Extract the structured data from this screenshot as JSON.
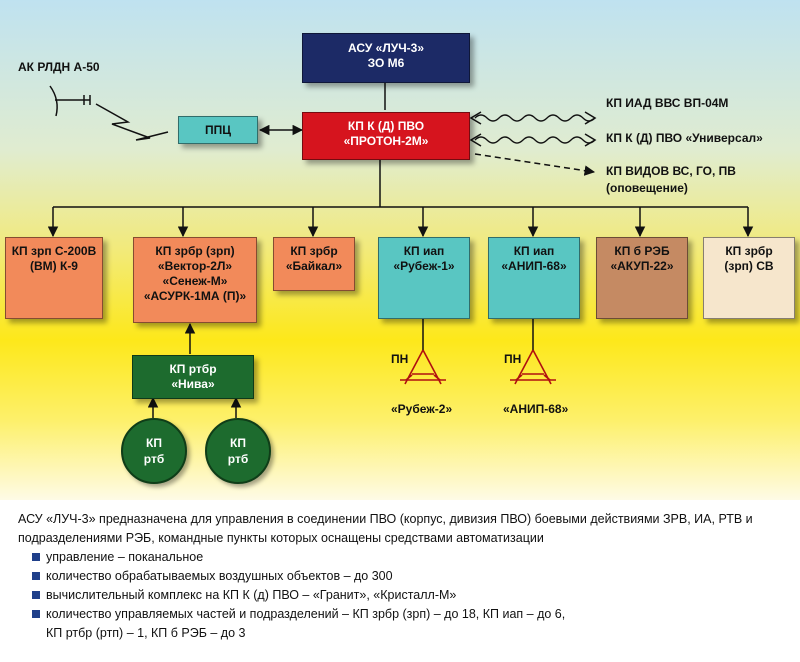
{
  "colors": {
    "navy": "#1c2a66",
    "teal": "#59c6c2",
    "red": "#d6141e",
    "orange": "#f28a5a",
    "brown": "#c58a63",
    "cream": "#f6e6cc",
    "green": "#1d6b2e"
  },
  "nodes": {
    "asu_line1": "АСУ «ЛУЧ-3»",
    "asu_line2": "ЗО М6",
    "kp_line1": "КП К (Д) ПВО",
    "kp_line2": "«ПРОТОН-2М»",
    "ppc": "ППЦ",
    "ak_rldn": "АК РЛДН А-50",
    "right1": "КП ИАД ВВС ВП-04М",
    "right2": "КП К (Д) ПВО «Универсал»",
    "right3_line1": "КП ВИДОВ ВС, ГО, ПВ",
    "right3_line2": "(оповещение)",
    "s200_line1": "КП зрп С-200В",
    "s200_line2": "(ВМ) К-9",
    "vektor_line1": "КП зрбр (зрп)",
    "vektor_line2": "«Вектор-2Л»",
    "vektor_line3": "«Сенеж-М»",
    "vektor_line4": "«АСУРК-1МА (П)»",
    "baikal_line1": "КП зрбр",
    "baikal_line2": "«Байкал»",
    "rubezh_line1": "КП иап",
    "rubezh_line2": "«Рубеж-1»",
    "anip_line1": "КП иап",
    "anip_line2": "«АНИП-68»",
    "akup_line1": "КП б РЭБ",
    "akup_line2": "«АКУП-22»",
    "sv_line1": "КП зрбр",
    "sv_line2": "(зрп) СВ",
    "niva_line1": "КП ртбр",
    "niva_line2": "«Нива»",
    "rtb1_line1": "КП",
    "rtb1_line2": "ртб",
    "rtb2_line1": "КП",
    "rtb2_line2": "ртб",
    "pn1": "ПН",
    "pn2": "ПН",
    "rubezh2": "«Рубеж-2»",
    "anip68": "«АНИП-68»"
  },
  "description": {
    "intro": "АСУ «ЛУЧ-3» предназначена для управления в соединении ПВО (корпус, дивизия ПВО) боевыми действиями ЗРВ, ИА, РТВ и подразделениями РЭБ, командные пункты которых оснащены средствами автоматизации",
    "bullets": [
      "управление – поканальное",
      "количество обрабатываемых воздушных объектов – до 300",
      "вычислительный комплекс на КП К (д) ПВО – «Гранит», «Кристалл-М»",
      "количество управляемых частей и подразделений – КП зрбр (зрп) – до 18, КП иап – до 6,"
    ],
    "bullet_continuation": "КП ртбр (ртп) – 1, КП б РЭБ – до 3"
  }
}
